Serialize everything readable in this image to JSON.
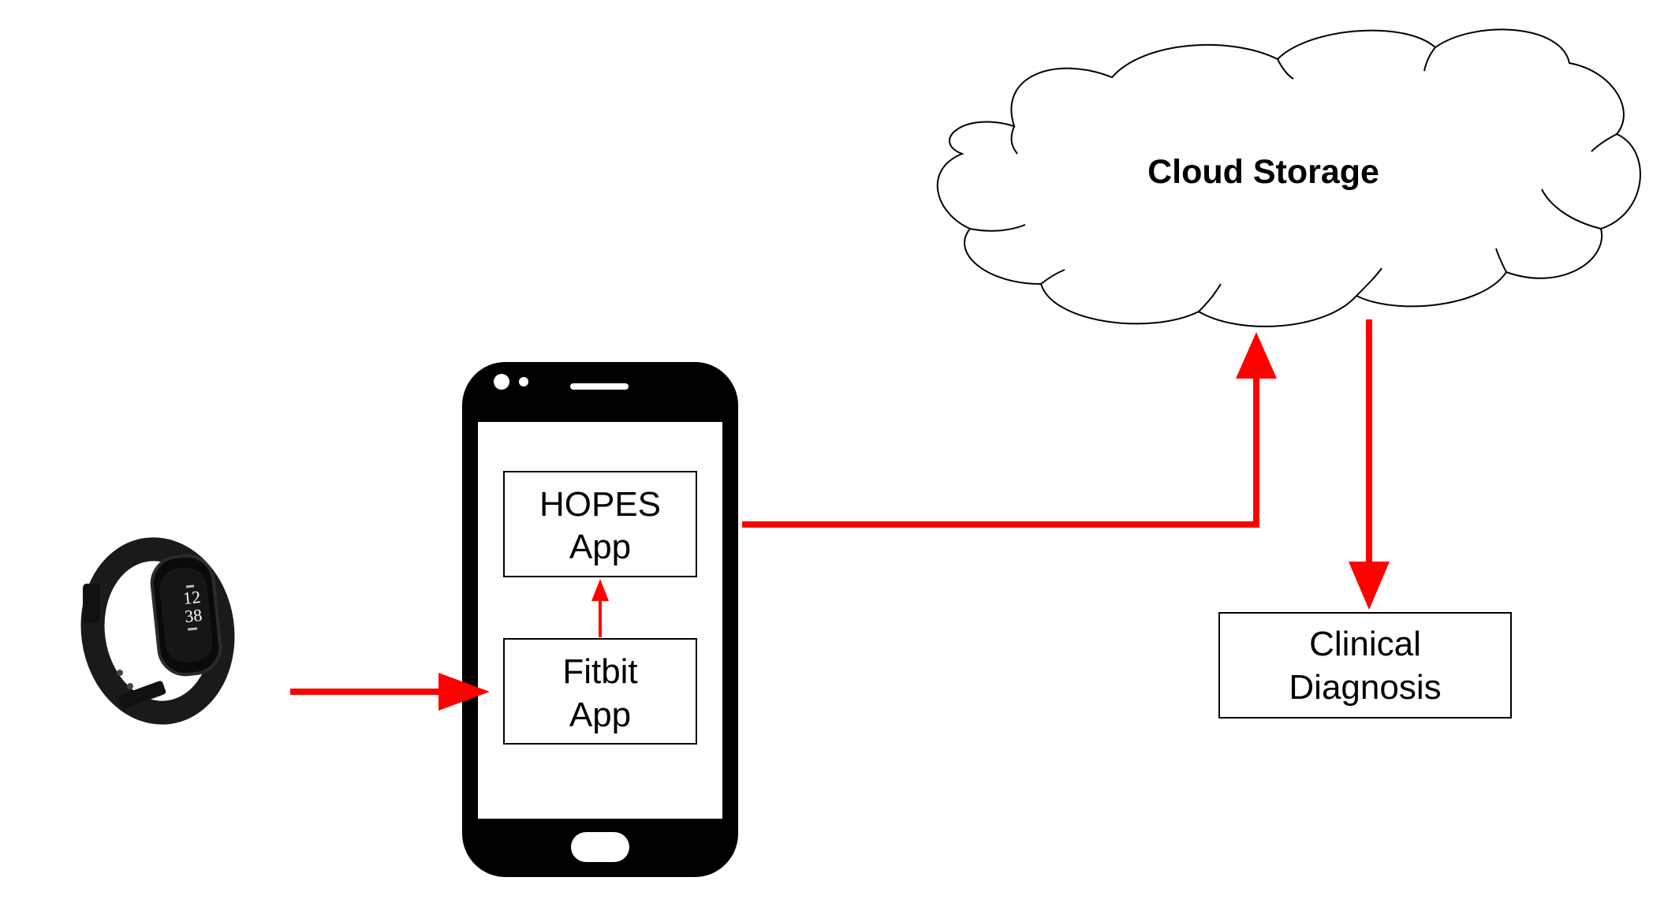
{
  "nodes": {
    "hopes_app": {
      "line1": "HOPES",
      "line2": "App"
    },
    "fitbit_app": {
      "line1": "Fitbit",
      "line2": "App"
    },
    "cloud_storage": {
      "label": "Cloud Storage"
    },
    "clinical_diagnosis": {
      "line1": "Clinical",
      "line2": "Diagnosis"
    },
    "fitness_tracker": {
      "time_hour": "12",
      "time_minute": "38",
      "icon": "fitness-tracker-icon"
    },
    "smartphone": {
      "icon": "smartphone-icon"
    }
  },
  "edges": [
    {
      "from": "fitness_tracker",
      "to": "fitbit_app"
    },
    {
      "from": "fitbit_app",
      "to": "hopes_app"
    },
    {
      "from": "smartphone",
      "to": "cloud_storage"
    },
    {
      "from": "cloud_storage",
      "to": "clinical_diagnosis"
    }
  ],
  "colors": {
    "arrow": "#ff0000",
    "phone_body": "#000000",
    "phone_screen": "#ffffff",
    "box_border": "#000000"
  }
}
